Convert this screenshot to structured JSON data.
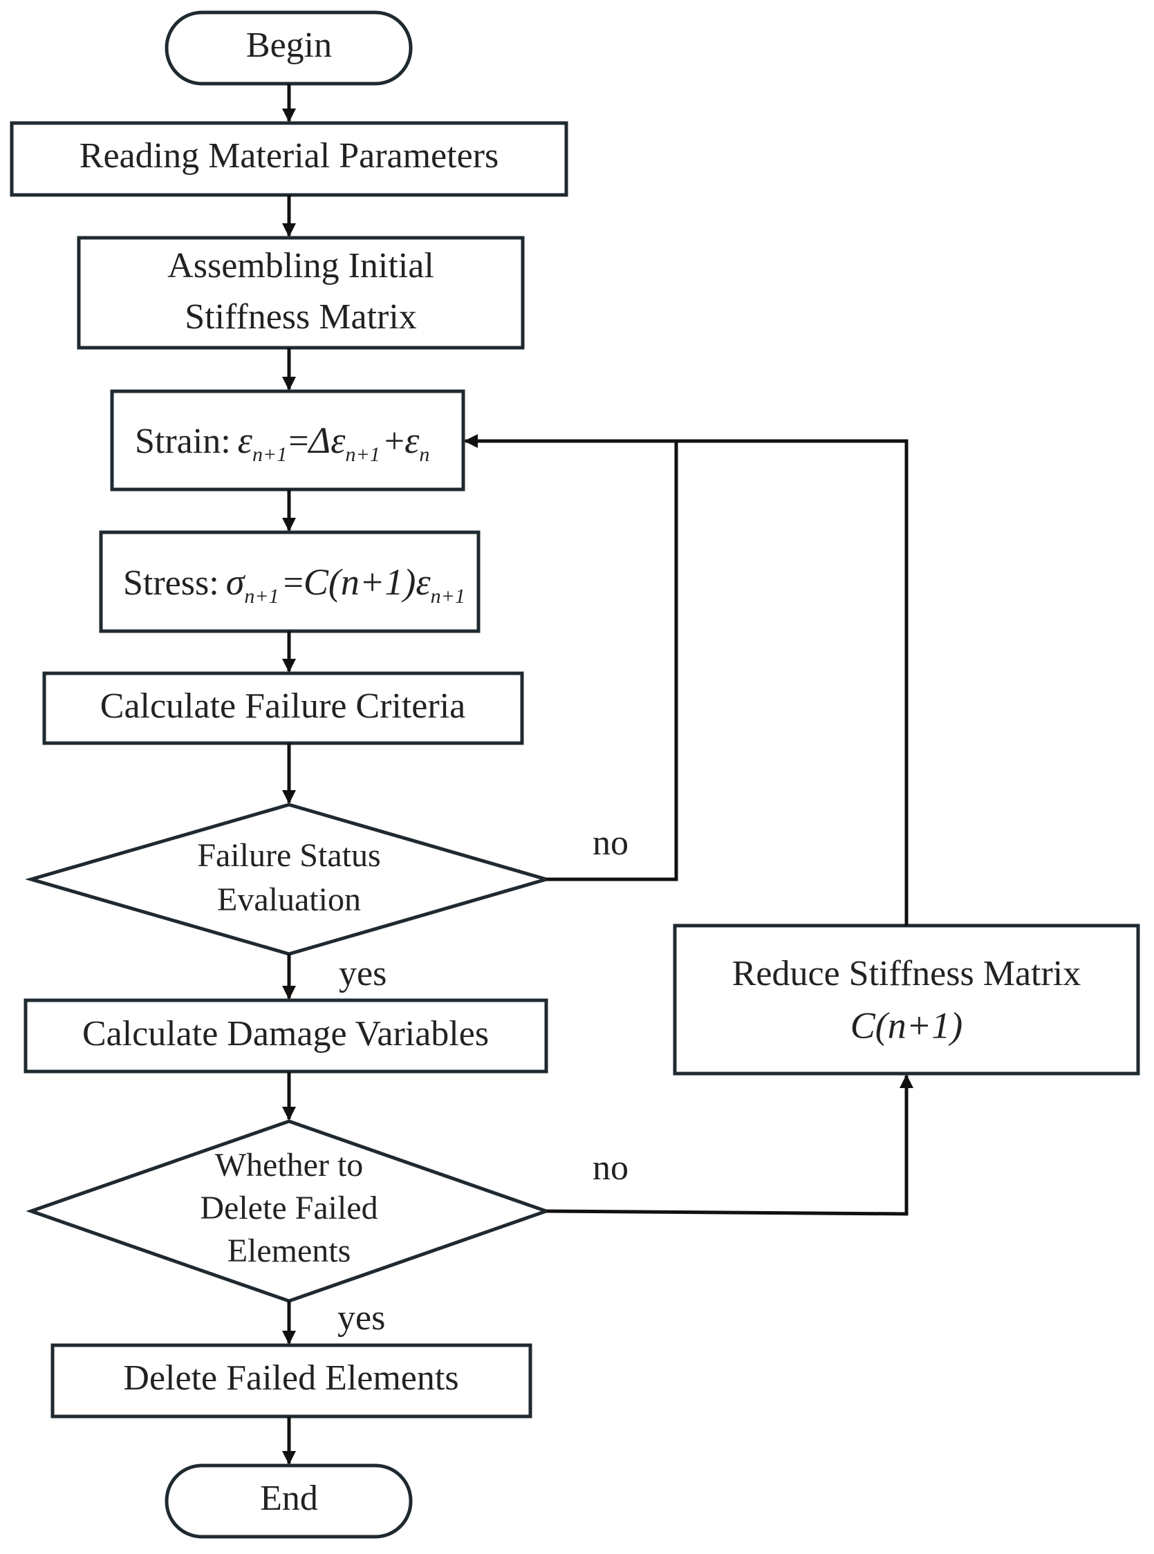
{
  "nodes": {
    "begin": "Begin",
    "read_params": "Reading Material Parameters",
    "assemble": [
      "Assembling Initial",
      "Stiffness Matrix"
    ],
    "strain": {
      "label": "Strain:",
      "lhs": "ε",
      "lhs_sub": "n+1",
      "delta": "Δε",
      "delta_sub": "n+1",
      "plus": "+",
      "eps": "ε",
      "eps_sub": "n",
      "equals": "="
    },
    "stress": {
      "label": "Stress:",
      "sigma": "σ",
      "sigma_sub": "n+1",
      "equals": "=",
      "rhs": "C(n+1)ε",
      "rhs_sub": "n+1"
    },
    "failure_criteria": "Calculate Failure Criteria",
    "failure_eval": [
      "Failure Status",
      "Evaluation"
    ],
    "damage_vars": "Calculate Damage Variables",
    "delete_decision": [
      "Whether to",
      "Delete Failed",
      "Elements"
    ],
    "delete_elements": "Delete Failed Elements",
    "end": "End",
    "reduce": {
      "line1": "Reduce Stiffness Matrix",
      "line2": "C(n+1)"
    }
  },
  "edge_labels": {
    "no_eval": "no",
    "yes_eval": "yes",
    "no_delete": "no",
    "yes_delete": "yes"
  }
}
